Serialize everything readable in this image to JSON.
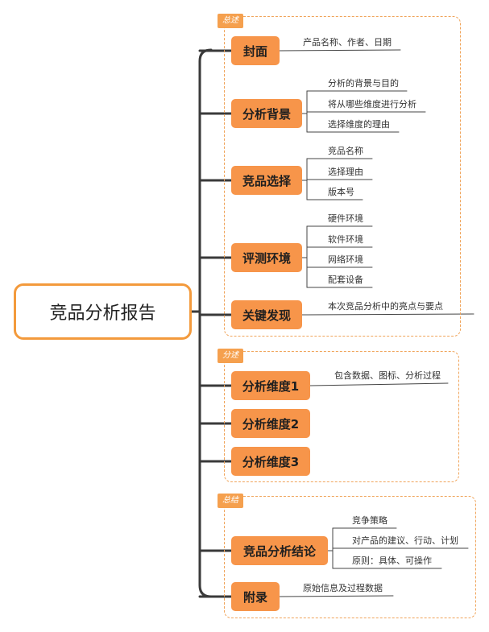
{
  "root": {
    "label": "竞品分析报告"
  },
  "colors": {
    "accent": "#f7954a",
    "border": "#f0a45a",
    "trunk": "#3a3a3a",
    "line": "#444444"
  },
  "groups": [
    {
      "tag": "总述",
      "topics": [
        {
          "label": "封面",
          "subs": [
            "产品名称、作者、日期"
          ]
        },
        {
          "label": "分析背景",
          "subs": [
            "分析的背景与目的",
            "将从哪些维度进行分析",
            "选择维度的理由"
          ]
        },
        {
          "label": "竞品选择",
          "subs": [
            "竞品名称",
            "选择理由",
            "版本号"
          ]
        },
        {
          "label": "评测环境",
          "subs": [
            "硬件环境",
            "软件环境",
            "网络环境",
            "配套设备"
          ]
        },
        {
          "label": "关键发现",
          "subs": [
            "本次竞品分析中的亮点与要点"
          ]
        }
      ]
    },
    {
      "tag": "分述",
      "topics": [
        {
          "label": "分析维度1",
          "subs": [
            "包含数据、图标、分析过程"
          ]
        },
        {
          "label": "分析维度2",
          "subs": []
        },
        {
          "label": "分析维度3",
          "subs": []
        }
      ]
    },
    {
      "tag": "总结",
      "topics": [
        {
          "label": "竞品分析结论",
          "subs": [
            "竞争策略",
            "对产品的建议、行动、计划",
            "原则：具体、可操作"
          ]
        },
        {
          "label": "附录",
          "subs": [
            "原始信息及过程数据"
          ]
        }
      ]
    }
  ]
}
